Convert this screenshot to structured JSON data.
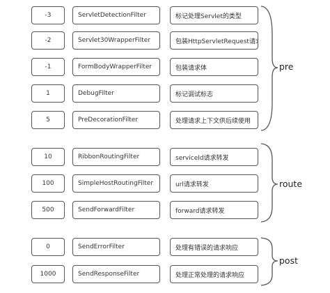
{
  "groups": [
    {
      "label": "pre",
      "filters": [
        {
          "order": "-3",
          "name": "ServletDetectionFilter",
          "desc": "标记处理Servlet的类型"
        },
        {
          "order": "-2",
          "name": "Servlet30WrapperFilter",
          "desc": "包装HttpServletRequest请求"
        },
        {
          "order": "-1",
          "name": "FormBodyWrapperFilter",
          "desc": "包装请求体"
        },
        {
          "order": "1",
          "name": "DebugFilter",
          "desc": "标记调试标志"
        },
        {
          "order": "5",
          "name": "PreDecorationFilter",
          "desc": "处理请求上下文供后续使用"
        }
      ]
    },
    {
      "label": "route",
      "filters": [
        {
          "order": "10",
          "name": "RibbonRoutingFilter",
          "desc": "serviceId请求转发"
        },
        {
          "order": "100",
          "name": "SimpleHostRoutingFilter",
          "desc": "url请求转发"
        },
        {
          "order": "500",
          "name": "SendForwardFilter",
          "desc": "forward请求转发"
        }
      ]
    },
    {
      "label": "post",
      "filters": [
        {
          "order": "0",
          "name": "SendErrorFilter",
          "desc": "处理有错误的请求响应"
        },
        {
          "order": "1000",
          "name": "SendResponseFilter",
          "desc": "处理正常处理的请求响应"
        }
      ]
    }
  ]
}
